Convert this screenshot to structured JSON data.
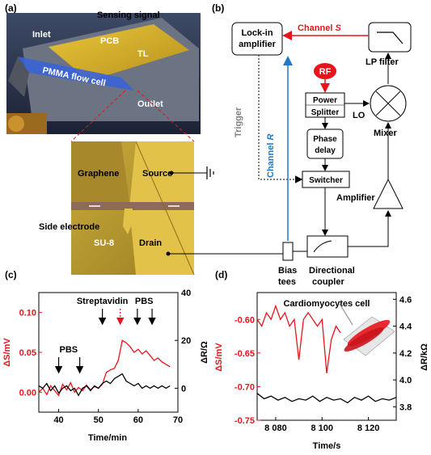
{
  "panel_a": {
    "label": "(a)",
    "photo_labels": {
      "sensing_signal": "Sensing signal",
      "inlet": "Inlet",
      "pcb": "PCB",
      "tl": "TL",
      "flow_cell": "PMMA flow cell",
      "outlet": "Outlet"
    },
    "micro_labels": {
      "graphene": "Graphene",
      "source": "Source",
      "side_electrode": "Side electrode",
      "su8": "SU-8",
      "drain": "Drain"
    }
  },
  "panel_b": {
    "label": "(b)",
    "blocks": {
      "lockin_line1": "Lock-in",
      "lockin_line2": "amplifier",
      "lp_filter": "LP filter",
      "rf": "RF",
      "power_line1": "Power",
      "power_line2": "Splitter",
      "lo": "LO",
      "mixer": "Mixer",
      "phase_line1": "Phase",
      "phase_line2": "delay",
      "switcher": "Switcher",
      "amplifier": "Amplifier",
      "bias_line1": "Bias",
      "bias_line2": "tees",
      "coupler_line1": "Directional",
      "coupler_line2": "coupler"
    },
    "channels": {
      "s_prefix": "Channel ",
      "s_name": "S",
      "r_prefix": "Channel ",
      "r_name": "R",
      "trigger": "Trigger"
    },
    "colors": {
      "channel_s": "#e8141c",
      "channel_r": "#1f78c8",
      "trigger": "#808080",
      "rf": "#e8141c"
    }
  },
  "chart_data": [
    {
      "panel": "(c)",
      "type": "line",
      "xlabel": "Time/min",
      "ylabel_left": "ΔS/mV",
      "ylabel_right": "ΔR/Ω",
      "xlim": [
        35,
        70
      ],
      "ylim_left": [
        -0.025,
        0.125
      ],
      "ylim_right": [
        -10,
        40
      ],
      "x_ticks": [
        "40",
        "50",
        "60",
        "70"
      ],
      "y_ticks_left": [
        "0.00",
        "0.05",
        "0.10"
      ],
      "y_ticks_right": [
        "0",
        "20",
        "40"
      ],
      "annotations": [
        {
          "text": "PBS",
          "x": 42.5,
          "arrows": [
            40,
            45.3
          ]
        },
        {
          "text": "Streptavidin",
          "x": 51,
          "arrows": [
            51,
            55.5
          ]
        },
        {
          "text": "PBS",
          "x": 61.5,
          "arrows": [
            59.8,
            63.5
          ]
        }
      ],
      "series": [
        {
          "axis": "left",
          "color": "#e8141c",
          "x": [
            35,
            36,
            37,
            38,
            39,
            40,
            41,
            42,
            43,
            44,
            45,
            46,
            47,
            48,
            49,
            50,
            51,
            52,
            53,
            54,
            55,
            56,
            57,
            58,
            59,
            60,
            61,
            62,
            63,
            64,
            65,
            66,
            67,
            68
          ],
          "y": [
            0.0,
            0.005,
            -0.003,
            0.008,
            0.002,
            -0.004,
            0.01,
            0.003,
            0.012,
            0.0,
            0.006,
            0.002,
            0.009,
            0.003,
            0.007,
            0.005,
            0.01,
            0.025,
            0.028,
            0.03,
            0.04,
            0.065,
            0.062,
            0.057,
            0.05,
            0.054,
            0.048,
            0.052,
            0.046,
            0.04,
            0.043,
            0.038,
            0.035,
            0.032
          ]
        },
        {
          "axis": "right",
          "color": "#000000",
          "x": [
            35,
            36,
            37,
            38,
            39,
            40,
            41,
            42,
            43,
            44,
            45,
            46,
            47,
            48,
            49,
            50,
            51,
            52,
            53,
            54,
            55,
            56,
            57,
            58,
            59,
            60,
            61,
            62,
            63,
            64,
            65,
            66,
            67,
            68
          ],
          "y": [
            1,
            0,
            2,
            -1,
            1,
            -2,
            0,
            1,
            -1,
            0,
            -3,
            0,
            1,
            -1,
            1,
            0,
            2,
            3,
            2,
            4,
            5,
            6,
            3,
            2,
            1,
            2,
            0,
            1,
            0,
            1,
            0,
            1,
            0,
            1
          ]
        }
      ]
    },
    {
      "panel": "(d)",
      "type": "line",
      "title": "Cardiomyocytes cell",
      "xlabel": "Time/s",
      "ylabel_left": "ΔS/mV",
      "ylabel_right": "ΔR/kΩ",
      "xlim": [
        8072,
        8132
      ],
      "ylim_left": [
        -0.75,
        -0.56
      ],
      "ylim_right": [
        3.7,
        4.65
      ],
      "x_ticks": [
        "8 080",
        "8 100",
        "8 120"
      ],
      "y_ticks_left": [
        "-0.60",
        "-0.65",
        "-0.70",
        "-0.75"
      ],
      "y_ticks_right": [
        "3.8",
        "4.0",
        "4.2",
        "4.4",
        "4.6"
      ],
      "series": [
        {
          "axis": "left",
          "color": "#e8141c",
          "x": [
            8072,
            8074,
            8076,
            8078,
            8080,
            8082,
            8084,
            8086,
            8088,
            8090,
            8092,
            8094,
            8096,
            8098,
            8100,
            8102,
            8104,
            8106,
            8108
          ],
          "y": [
            -0.6,
            -0.61,
            -0.59,
            -0.6,
            -0.58,
            -0.6,
            -0.59,
            -0.61,
            -0.6,
            -0.66,
            -0.6,
            -0.59,
            -0.6,
            -0.61,
            -0.6,
            -0.68,
            -0.63,
            -0.61,
            -0.62
          ]
        },
        {
          "axis": "right",
          "color": "#000000",
          "x": [
            8072,
            8075,
            8078,
            8081,
            8084,
            8087,
            8090,
            8093,
            8096,
            8099,
            8102,
            8105,
            8108,
            8111,
            8114,
            8117,
            8120,
            8123,
            8126,
            8129,
            8132
          ],
          "y": [
            3.9,
            3.86,
            3.88,
            3.85,
            3.87,
            3.84,
            3.86,
            3.85,
            3.88,
            3.84,
            3.87,
            3.85,
            3.86,
            3.83,
            3.87,
            3.85,
            3.88,
            3.84,
            3.86,
            3.85,
            3.87
          ]
        }
      ]
    }
  ]
}
